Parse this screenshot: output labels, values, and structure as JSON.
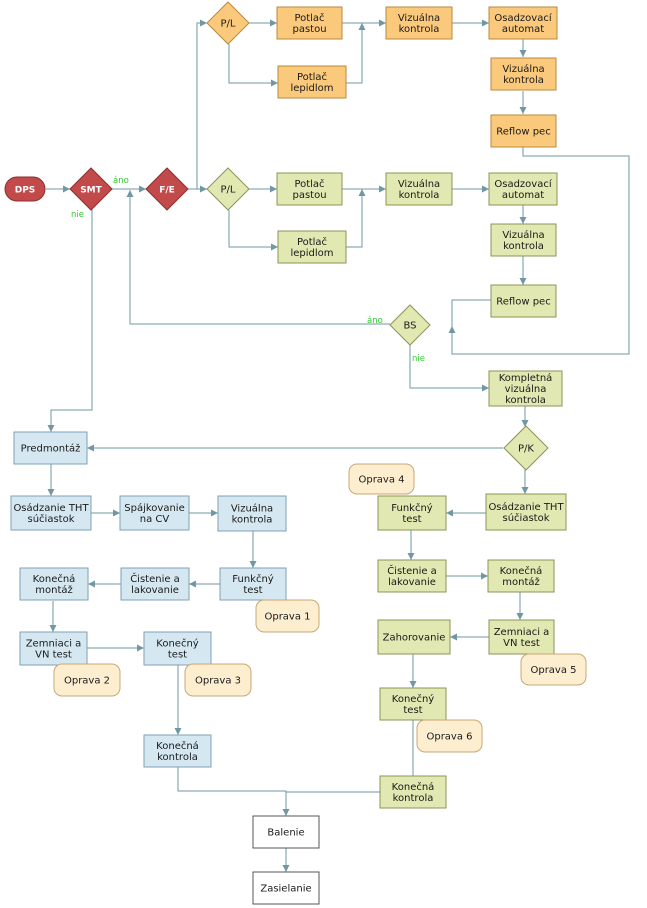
{
  "colors": {
    "orange_fill": "#fbc97b",
    "orange_stroke": "#b78a3c",
    "green_fill": "#e2e8b1",
    "green_stroke": "#8c9358",
    "blue_fill": "#d5e8f2",
    "blue_stroke": "#7ea1b6",
    "red_fill": "#c24a4a",
    "cream_fill": "#fdeed0",
    "cream_stroke": "#c7a876",
    "white_fill": "#ffffff",
    "white_stroke": "#555555",
    "edge": "#6f98a3",
    "green_label": "#33cc33"
  },
  "nodes": {
    "dps": "DPS",
    "smt": "SMT",
    "fe": "F/E",
    "pl_top": "P/L",
    "potlac_pastou_top": [
      "Potlač",
      "pastou"
    ],
    "potlac_lepidlom_top": [
      "Potlač",
      "lepidlom"
    ],
    "vizualna_kontrola_top_1": [
      "Vizuálna",
      "kontrola"
    ],
    "osadzovaci_automat_top": [
      "Osadzovací",
      "automat"
    ],
    "vizualna_kontrola_top_2": [
      "Vizuálna",
      "kontrola"
    ],
    "reflow_pec_top": "Reflow pec",
    "pl_bottom": "P/L",
    "potlac_pastou_bottom": [
      "Potlač",
      "pastou"
    ],
    "potlac_lepidlom_bottom": [
      "Potlač",
      "lepidlom"
    ],
    "vizualna_kontrola_bottom_1": [
      "Vizuálna",
      "kontrola"
    ],
    "osadzovaci_automat_bottom": [
      "Osadzovací",
      "automat"
    ],
    "vizualna_kontrola_bottom_2": [
      "Vizuálna",
      "kontrola"
    ],
    "reflow_pec_bottom": "Reflow pec",
    "bs": "BS",
    "kompletna_kontrola": [
      "Kompletná",
      "vizuálna",
      "kontrola"
    ],
    "pk": "P/K",
    "predmontaz": "Predmontáž",
    "osadzanie_tht_left": [
      "Osádzanie THT",
      "súčiastok"
    ],
    "spajkovanie": [
      "Spájkovanie",
      "na CV"
    ],
    "vizualna_kontrola_left": [
      "Vizuálna",
      "kontrola"
    ],
    "funkcny_test_left": [
      "Funkčný",
      "test"
    ],
    "cistenie_left": [
      "Čistenie a",
      "lakovanie"
    ],
    "konecna_montaz_left": [
      "Konečná",
      "montáž"
    ],
    "zemniaci_left": [
      "Zemniaci a",
      "VN test"
    ],
    "konecny_test_left": [
      "Konečný",
      "test"
    ],
    "konecna_kontrola_left": [
      "Konečná",
      "kontrola"
    ],
    "osadzanie_tht_right": [
      "Osádzanie THT",
      "súčiastok"
    ],
    "funkcny_test_right": [
      "Funkčný",
      "test"
    ],
    "cistenie_right": [
      "Čistenie a",
      "lakovanie"
    ],
    "konecna_montaz_right": [
      "Konečná",
      "montáž"
    ],
    "zemniaci_right": [
      "Zemniaci a",
      "VN test"
    ],
    "zahorovanie": "Zahorovanie",
    "konecny_test_right": [
      "Konečný",
      "test"
    ],
    "konecna_kontrola_right": [
      "Konečná",
      "kontrola"
    ],
    "balenie": "Balenie",
    "zasielanie": "Zasielanie",
    "oprava_1": "Oprava 1",
    "oprava_2": "Oprava 2",
    "oprava_3": "Oprava 3",
    "oprava_4": "Oprava 4",
    "oprava_5": "Oprava 5",
    "oprava_6": "Oprava 6"
  },
  "edge_labels": {
    "smt_ano": "áno",
    "smt_nie": "nie",
    "bs_ano": "áno",
    "bs_nie": "nie"
  }
}
